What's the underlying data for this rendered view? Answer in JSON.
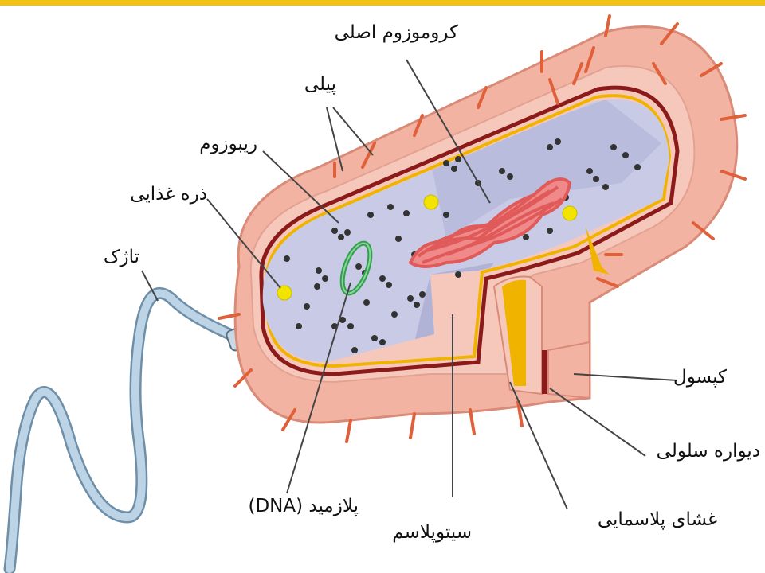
{
  "colors": {
    "accent_bar": "#f2c316",
    "capsule": "#f3b3a3",
    "pili": "#e0603a",
    "cell_wall": "#8b1a1a",
    "membrane": "#f0b400",
    "cytoplasm": "#c9cbe6",
    "chromosome": "#e05a5a",
    "plasmid": "#2da24a",
    "ribosome": "#333333",
    "granule": "#f3e400",
    "flagellum": "#a9c4db"
  },
  "labels": {
    "chromosome": "کروموزوم اصلی",
    "pili": "پیلی",
    "ribosome": "ریبوزوم",
    "food_granule": "ذره غذایی",
    "flagellum": "تاژک",
    "capsule": "کپسول",
    "cell_wall": "دیواره سلولی",
    "plasma_membrane": "غشای پلاسمایی",
    "cytoplasm": "سیتوپلاسم",
    "plasmid": "(DNA) پلازمید"
  }
}
